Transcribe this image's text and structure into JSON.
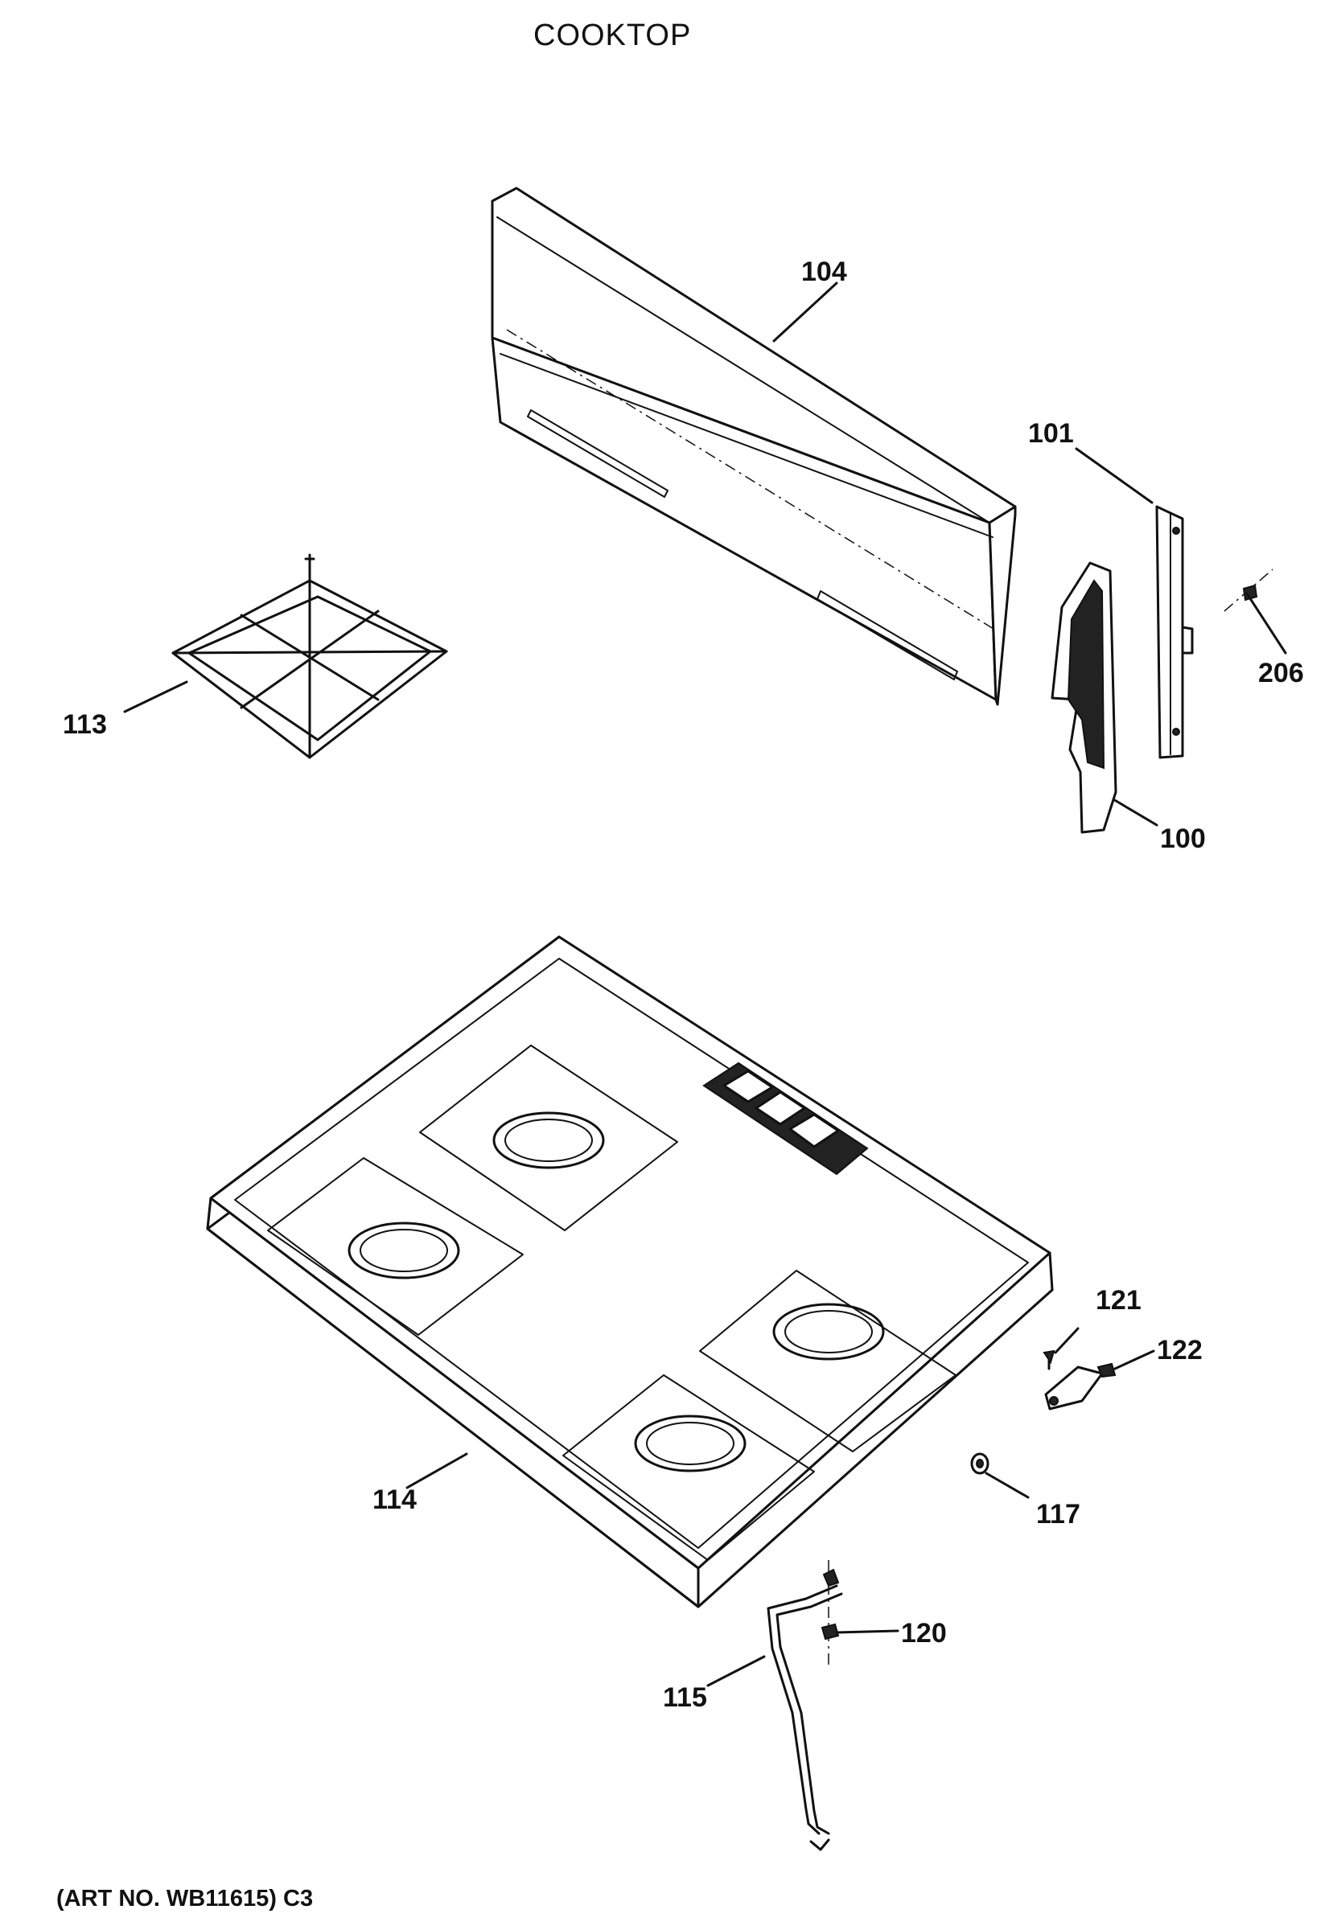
{
  "title": "COOKTOP",
  "art_number": "(ART NO. WB11615) C3",
  "callouts": {
    "p100": "100",
    "p101": "101",
    "p104": "104",
    "p113": "113",
    "p114": "114",
    "p115": "115",
    "p117": "117",
    "p120": "120",
    "p121": "121",
    "p122": "122",
    "p206": "206"
  }
}
